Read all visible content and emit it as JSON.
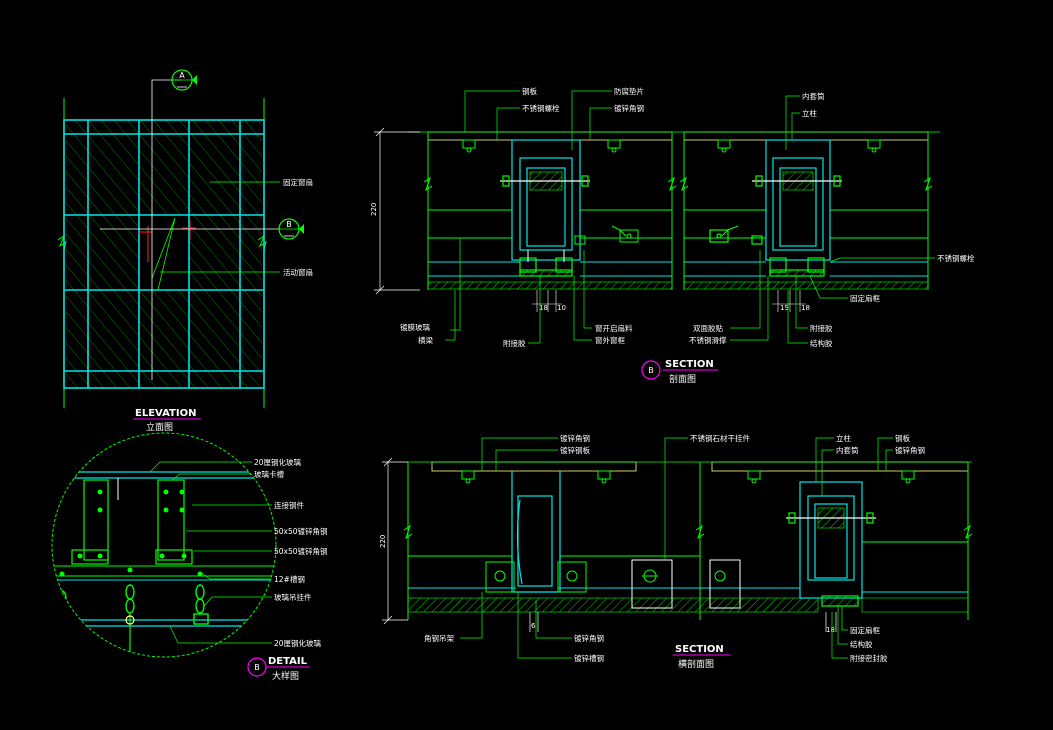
{
  "colors": {
    "background": "#000000",
    "line_green": "#00ff00",
    "glass_cyan": "#00e5e5",
    "label_white": "#ffffff",
    "callout_magenta": "#ff00ff",
    "edge_yellow": "#ffff80",
    "marker_red": "#ff2020"
  },
  "elevation": {
    "title": "ELEVATION",
    "subtitle": "立面图",
    "bubble_a": "A",
    "bubble_b": "B",
    "labels": {
      "fixed_sash": "固定窗扇",
      "opening_sash": "活动窗扇"
    }
  },
  "section_top": {
    "title": "SECTION",
    "subtitle": "剖面图",
    "bubble": "B",
    "dims": {
      "height": "220",
      "d1": "18",
      "d2": "10",
      "d3": "19",
      "d4": "18"
    },
    "labels": {
      "steel_plate": "钢板",
      "stainless_bolt": "不锈钢螺栓",
      "anti_pad": "防腐垫片",
      "galv_angle": "镀锌角钢",
      "inner_sleeve": "内套筒",
      "mullion": "立柱",
      "stainless_bolt_r": "不锈钢螺栓",
      "fixed_frame": "固定扇框",
      "coated_glass": "镀膜玻璃",
      "transom": "横梁",
      "tape": "附接胶",
      "sash_frame": "窗开启扇料",
      "outer_frame": "窗外窗框",
      "double_tape": "双面胶贴",
      "stainless_gutter": "不锈钢滑撑",
      "tape_r": "附接胶",
      "struct_glue": "结构胶"
    }
  },
  "section_bottom": {
    "title": "SECTION",
    "subtitle": "横剖面图",
    "dims": {
      "height": "220",
      "d1": "6",
      "d2": "18"
    },
    "labels": {
      "galv_angle": "镀锌角钢",
      "galv_plate": "镀锌钢板",
      "stone_hanger": "不锈钢石材干挂件",
      "mullion": "立柱",
      "inner_sleeve": "内套筒",
      "steel_plate": "钢板",
      "galv_angle_r": "镀锌角钢",
      "angle_bracket": "角钢吊架",
      "galv_angle_b": "镀锌角钢",
      "galv_channel": "镀锌槽钢",
      "fixed_frame": "固定扇框",
      "struct_glue": "结构胶",
      "sealant": "附接密封胶"
    }
  },
  "detail": {
    "title": "DETAIL",
    "subtitle": "大样图",
    "bubble": "B",
    "labels": {
      "l1": "20厘钢化玻璃",
      "l2": "玻璃卡槽",
      "l3": "连接钢件",
      "l4": "50x50镀锌角钢",
      "l5": "50x50镀锌角钢",
      "l6": "12#槽钢",
      "l7": "玻璃吊挂件",
      "l8": "20厘钢化玻璃"
    }
  }
}
